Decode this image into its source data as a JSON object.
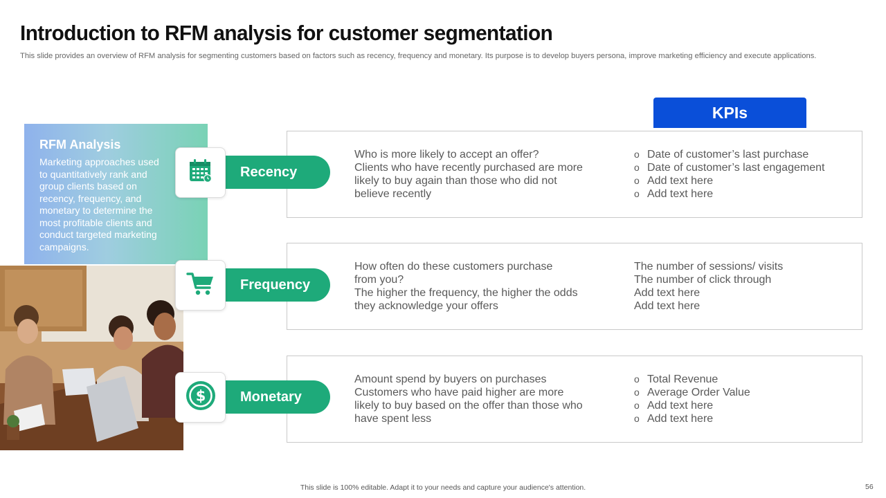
{
  "slide": {
    "title": "Introduction to RFM analysis for customer segmentation",
    "subtitle": "This slide provides an overview of RFM  analysis for segmenting customers based on factors such as recency, frequency and monetary. Its purpose is to develop buyers persona, improve marketing efficiency and execute applications.",
    "footer": "This slide is 100% editable. Adapt it to your needs and capture your audience's attention.",
    "page_number": "56"
  },
  "kpi_header": "KPIs",
  "rfm": {
    "title": "RFM Analysis",
    "text": "Marketing approaches used to quantitatively rank and group clients based on recency, frequency, and monetary to determine the most profitable clients and conduct targeted marketing campaigns."
  },
  "rows": [
    {
      "label": "Recency",
      "icon": "calendar-icon",
      "description": [
        "Who is more likely to accept an offer?",
        "Clients who have recently purchased are more",
        "likely to buy again than those who did not",
        "believe recently"
      ],
      "kpis": [
        "Date of customer’s last purchase",
        "Date of customer’s last engagement",
        "Add text here",
        "Add text here"
      ]
    },
    {
      "label": "Frequency",
      "icon": "shopping-cart-icon",
      "description": [
        "How often do these customers purchase",
        "from you?",
        "The higher the frequency,  the higher the odds",
        "they acknowledge your offers"
      ],
      "kpis": [
        "The number of sessions/ visits",
        "The number of click through",
        "Add text here",
        "Add text here"
      ]
    },
    {
      "label": "Monetary",
      "icon": "dollar-coin-icon",
      "description": [
        "Amount spend by buyers on purchases",
        "Customers who have paid higher are more",
        "likely to buy based on the offer than those who",
        "have spent less"
      ],
      "kpis": [
        "Total Revenue",
        "Average Order Value",
        "Add text here",
        "Add text here"
      ]
    }
  ],
  "colors": {
    "accent_green": "#1eaa7a",
    "kpi_blue": "#0a4fd9"
  }
}
